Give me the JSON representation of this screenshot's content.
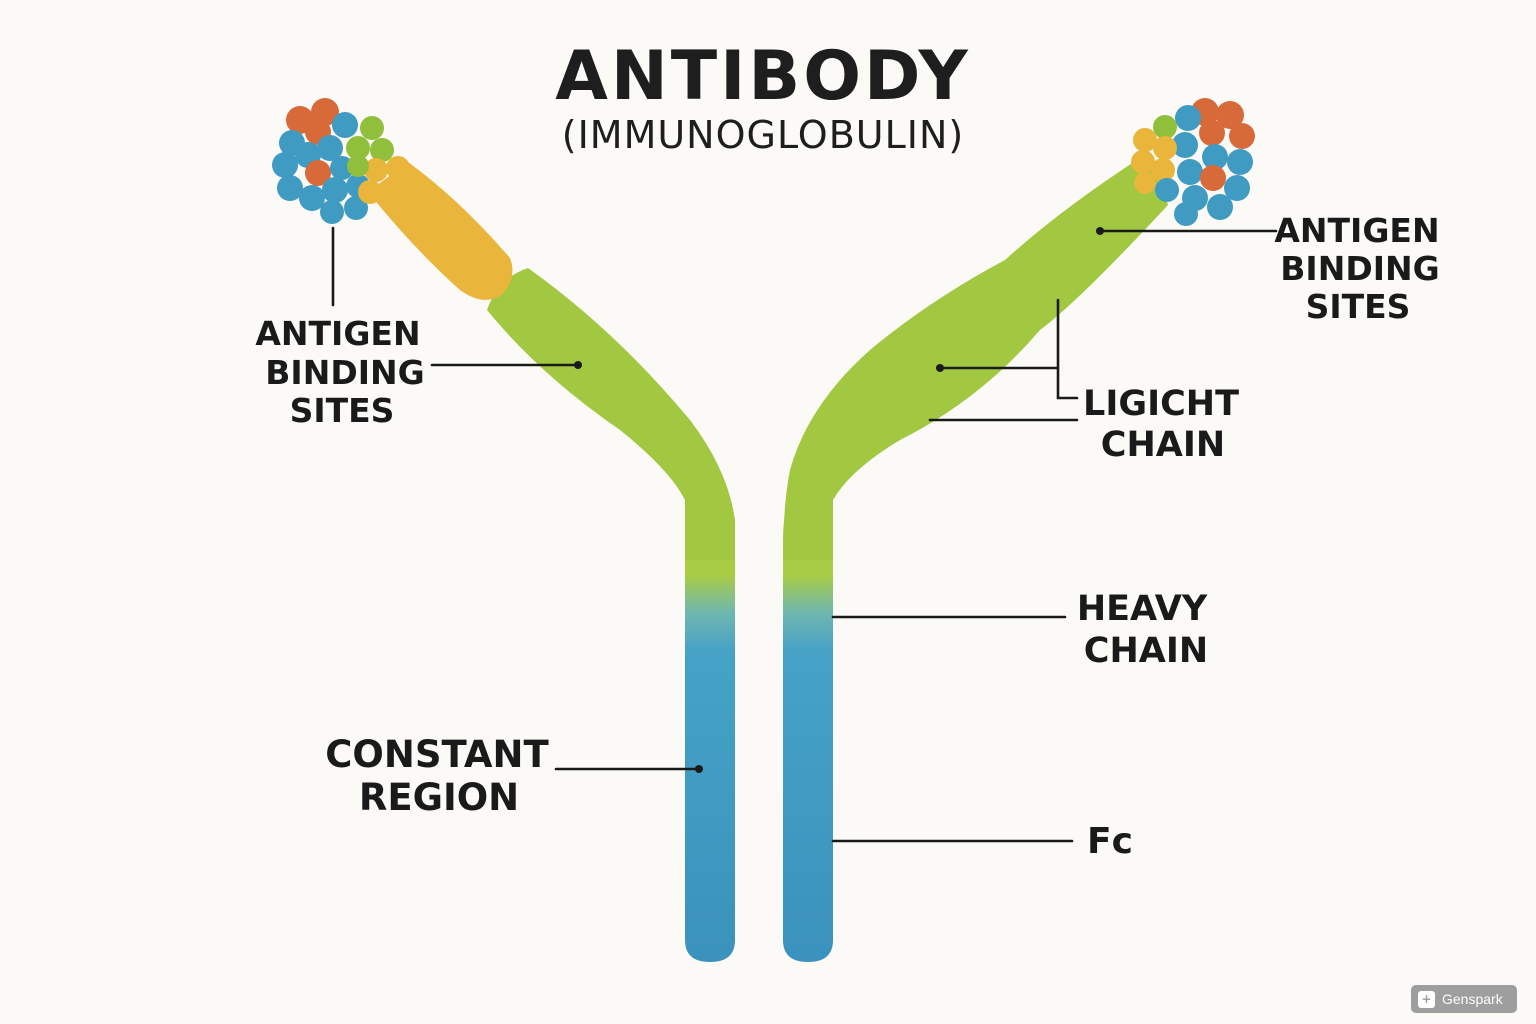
{
  "title": "ANTIBODY",
  "subtitle": "(IMMUNOGLOBULIN)",
  "labels": {
    "antigen_left": [
      "ANTIGEN",
      "BINDING",
      "SITES"
    ],
    "antigen_right": [
      "ANTIGEN",
      "BINDING",
      "SITES"
    ],
    "light_chain": [
      "LIGICHT",
      "CHAIN"
    ],
    "heavy_chain": [
      "HEAVY",
      "CHAIN"
    ],
    "constant_region": [
      "CONSTANT",
      "REGION"
    ],
    "fc": [
      "Fc"
    ]
  },
  "watermark": {
    "text": "Genspark",
    "icon": "genspark-logo-icon"
  },
  "colors": {
    "green": "#9cc63d",
    "yellow": "#e9b53a",
    "blue": "#3f9bc2",
    "orange": "#d86a3a",
    "background": "#fbfaf6"
  }
}
